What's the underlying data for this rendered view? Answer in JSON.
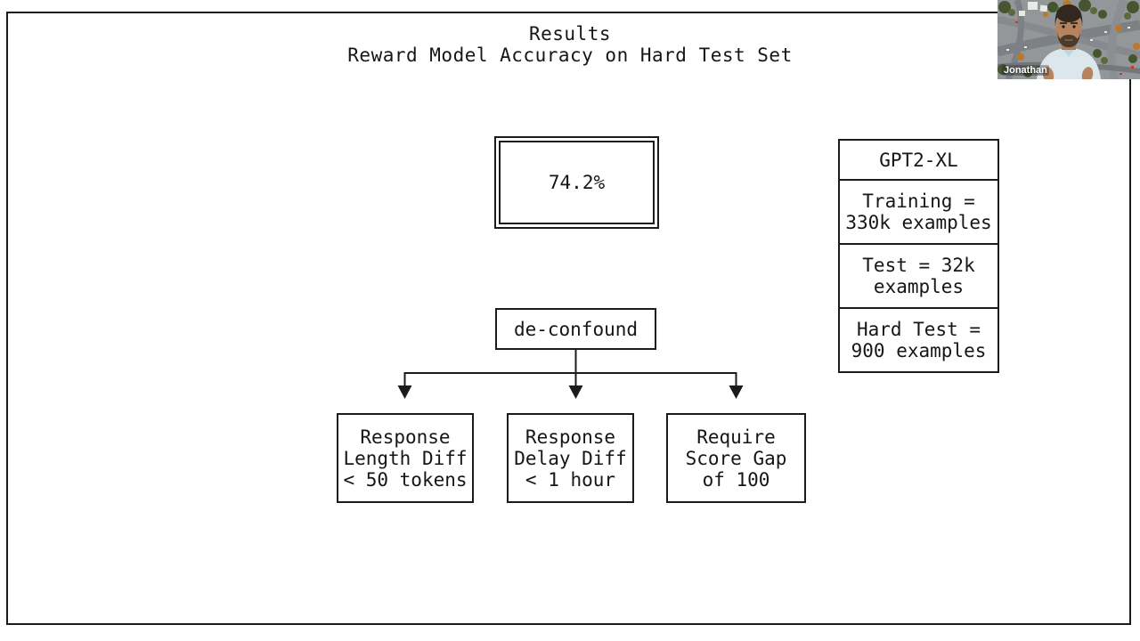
{
  "slide": {
    "title_line1": "Results",
    "title_line2": "Reward Model Accuracy on Hard Test Set",
    "accuracy_box": {
      "value": "74.2%"
    },
    "deconfound_box": {
      "label": "de-confound"
    },
    "filter_boxes": [
      {
        "label": "Response\nLength Diff\n< 50 tokens"
      },
      {
        "label": "Response\nDelay Diff\n< 1 hour"
      },
      {
        "label": "Require\nScore Gap\nof 100"
      }
    ],
    "model_table": {
      "rows": [
        {
          "text": "GPT2-XL"
        },
        {
          "text": "Training =\n330k examples"
        },
        {
          "text": "Test = 32k\nexamples"
        },
        {
          "text": "Hard Test =\n900 examples"
        }
      ]
    }
  },
  "video_overlay": {
    "participant_name": "Jonathan"
  },
  "colors": {
    "background": "#ffffff",
    "slide_border": "#1b1b1b",
    "text": "#161616"
  }
}
